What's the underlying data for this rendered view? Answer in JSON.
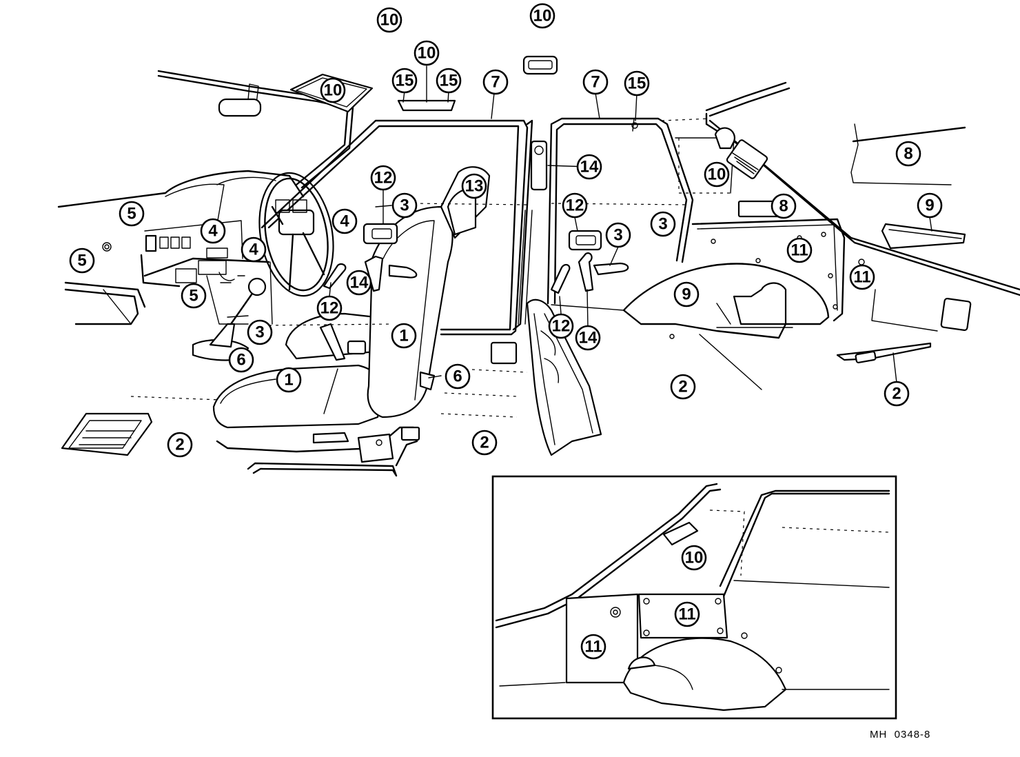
{
  "callouts": [
    {
      "id": "c1",
      "label": "10"
    },
    {
      "id": "c2",
      "label": "10"
    },
    {
      "id": "c3",
      "label": "10"
    },
    {
      "id": "c4",
      "label": "15"
    },
    {
      "id": "c5",
      "label": "15"
    },
    {
      "id": "c6",
      "label": "10"
    },
    {
      "id": "c7",
      "label": "7"
    },
    {
      "id": "c8",
      "label": "7"
    },
    {
      "id": "c9",
      "label": "15"
    },
    {
      "id": "c10",
      "label": "8"
    },
    {
      "id": "c11",
      "label": "10"
    },
    {
      "id": "c12",
      "label": "14"
    },
    {
      "id": "c13",
      "label": "13"
    },
    {
      "id": "c14",
      "label": "12"
    },
    {
      "id": "c15",
      "label": "3"
    },
    {
      "id": "c16",
      "label": "12"
    },
    {
      "id": "c17",
      "label": "8"
    },
    {
      "id": "c18",
      "label": "9"
    },
    {
      "id": "c19",
      "label": "5"
    },
    {
      "id": "c20",
      "label": "4"
    },
    {
      "id": "c21",
      "label": "4"
    },
    {
      "id": "c22",
      "label": "5"
    },
    {
      "id": "c23",
      "label": "4"
    },
    {
      "id": "c24",
      "label": "3"
    },
    {
      "id": "c25",
      "label": "3"
    },
    {
      "id": "c26",
      "label": "11"
    },
    {
      "id": "c27",
      "label": "11"
    },
    {
      "id": "c28",
      "label": "5"
    },
    {
      "id": "c29",
      "label": "14"
    },
    {
      "id": "c30",
      "label": "12"
    },
    {
      "id": "c31",
      "label": "9"
    },
    {
      "id": "c32",
      "label": "3"
    },
    {
      "id": "c33",
      "label": "1"
    },
    {
      "id": "c34",
      "label": "12"
    },
    {
      "id": "c35",
      "label": "14"
    },
    {
      "id": "c36",
      "label": "6"
    },
    {
      "id": "c37",
      "label": "6"
    },
    {
      "id": "c38",
      "label": "1"
    },
    {
      "id": "c39",
      "label": "2"
    },
    {
      "id": "c40",
      "label": "2"
    },
    {
      "id": "c41",
      "label": "2"
    },
    {
      "id": "c42",
      "label": "2"
    },
    {
      "id": "c43",
      "label": "10"
    },
    {
      "id": "c44",
      "label": "11"
    },
    {
      "id": "c45",
      "label": "11"
    }
  ],
  "reference_code": "MH  0348-8"
}
